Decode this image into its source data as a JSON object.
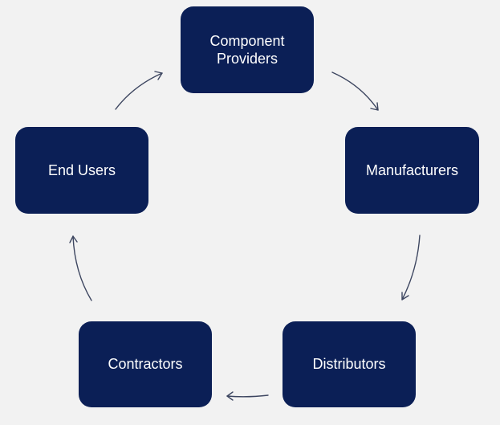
{
  "nodes": {
    "component_providers": "Component\nProviders",
    "manufacturers": "Manufacturers",
    "distributors": "Distributors",
    "contractors": "Contractors",
    "end_users": "End Users"
  },
  "colors": {
    "background": "#f2f2f2",
    "node_fill": "#0b1f56",
    "node_text": "#ffffff",
    "arrow": "#3d4660"
  }
}
